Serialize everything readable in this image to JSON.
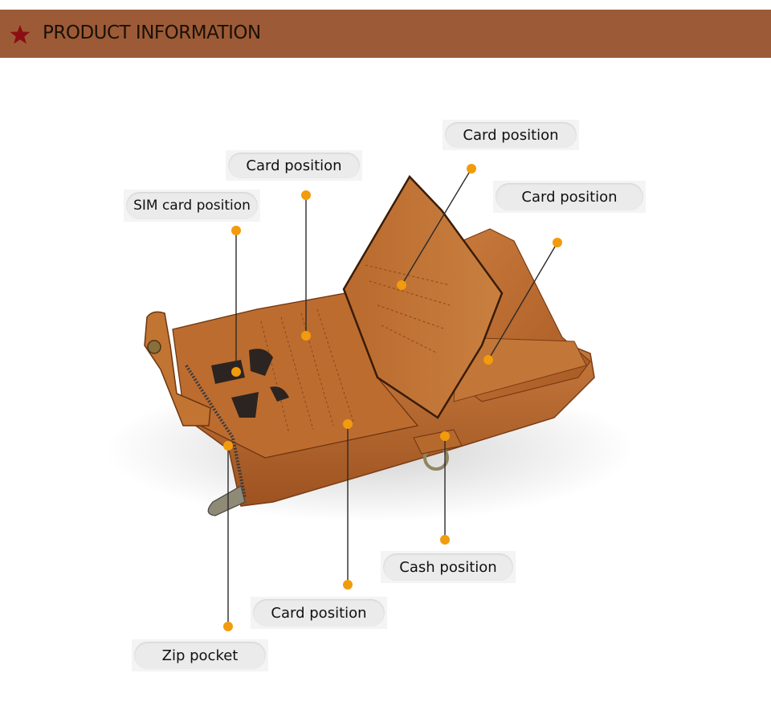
{
  "header": {
    "title": "PRODUCT INFORMATION",
    "accent_color": "#9c5b36",
    "icon": "star-icon",
    "icon_color": "#8b0f12"
  },
  "labels": {
    "card_top_right": "Card position",
    "card_top_left": "Card position",
    "card_right": "Card position",
    "sim": "SIM card position",
    "cash": "Cash position",
    "card_bottom": "Card position",
    "zip": "Zip pocket"
  },
  "colors": {
    "dot": "#f29b0c",
    "leather": "#b8682d"
  }
}
